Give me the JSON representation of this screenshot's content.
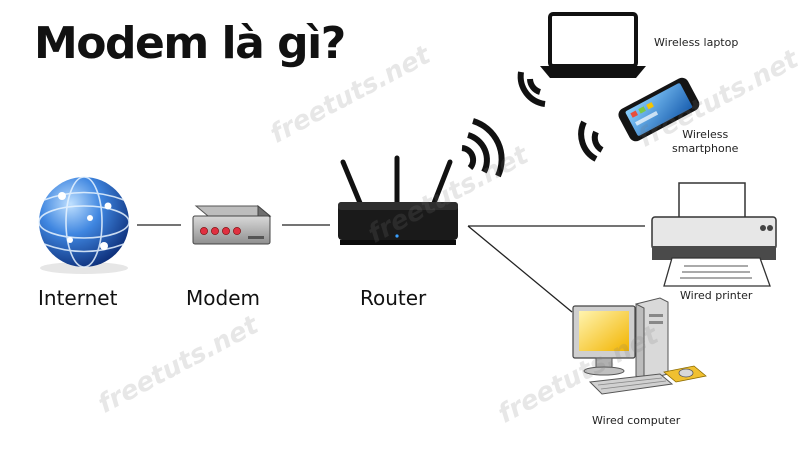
{
  "title": "Modem là gì?",
  "watermark": "freetuts.net",
  "nodes": {
    "internet": "Internet",
    "modem": "Modem",
    "router": "Router",
    "laptop": "Wireless laptop",
    "phone_line1": "Wireless",
    "phone_line2": "smartphone",
    "printer": "Wired printer",
    "computer": "Wired computer"
  },
  "colors": {
    "globe": "#2a6fd0",
    "router": "#1a1a1a",
    "modem_leds": "#e03040",
    "monitor_screen": "#f6c21c",
    "phone_screen": "#2f8fe0"
  }
}
